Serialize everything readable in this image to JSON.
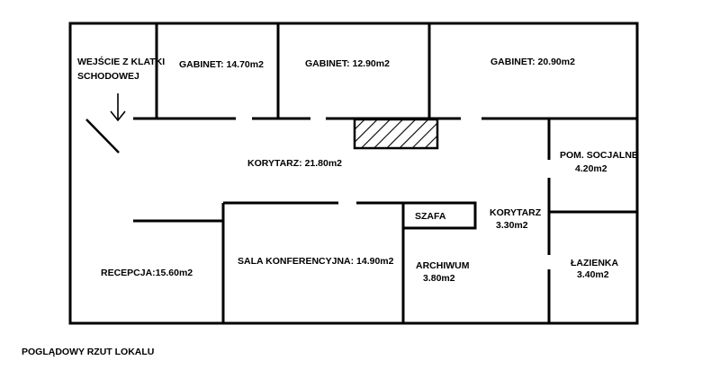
{
  "floor_plan": {
    "caption": "POGLĄDOWY RZUT LOKALU",
    "rooms": {
      "entrance_line1": "WEJŚCIE Z KLATKI",
      "entrance_line2": "SCHODOWEJ",
      "office1": "GABINET: 14.70m2",
      "office2": "GABINET: 12.90m2",
      "office3": "GABINET: 20.90m2",
      "corridor_main": "KORYTARZ: 21.80m2",
      "social_line1": "POM. SOCJALNE",
      "social_line2": "4.20m2",
      "corridor_small_line1": "KORYTARZ",
      "corridor_small_line2": "3.30m2",
      "wardrobe": "SZAFA",
      "conference": "SALA KONFERENCYJNA: 14.90m2",
      "archive_line1": "ARCHIWUM",
      "archive_line2": "3.80m2",
      "bathroom_line1": "ŁAZIENKA",
      "bathroom_line2": "3.40m2",
      "reception": "RECEPCJA:15.60m2"
    },
    "colors": {
      "walls": "#000000",
      "background": "#ffffff"
    }
  }
}
